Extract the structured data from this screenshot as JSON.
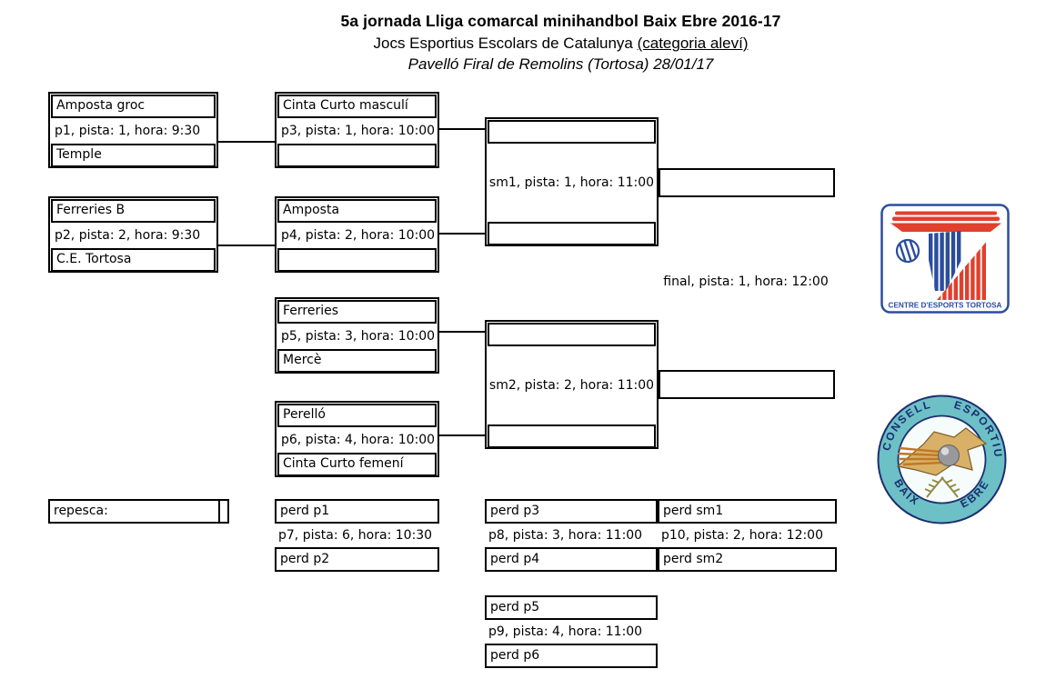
{
  "header": {
    "title": "5a jornada Lliga comarcal minihandbol Baix Ebre 2016-17",
    "subtitle_prefix": "Jocs Esportius Escolars de Catalunya ",
    "subtitle_category": "(categoria aleví)",
    "venue": "Pavelló Firal de Remolins (Tortosa) 28/01/17"
  },
  "bracket": {
    "round1": [
      {
        "top": "Amposta groc",
        "info": "p1, pista: 1, hora: 9:30",
        "bottom": "Temple"
      },
      {
        "top": "Ferreries B",
        "info": "p2, pista: 2, hora: 9:30",
        "bottom": "C.E. Tortosa"
      }
    ],
    "round2": [
      {
        "top": "Cinta Curto masculí",
        "info": "p3, pista: 1, hora: 10:00",
        "bottom": ""
      },
      {
        "top": "Amposta",
        "info": "p4, pista: 2, hora: 10:00",
        "bottom": ""
      },
      {
        "top": "Ferreries",
        "info": "p5, pista: 3, hora: 10:00",
        "bottom": "Mercè"
      },
      {
        "top": "Perelló",
        "info": "p6, pista: 4, hora: 10:00",
        "bottom": "Cinta Curto femení"
      }
    ],
    "semifinals": [
      {
        "info": "sm1, pista: 1, hora: 11:00"
      },
      {
        "info": "sm2, pista: 2, hora: 11:00"
      }
    ],
    "final_info": "final, pista: 1, hora: 12:00",
    "repesca_label": "repesca:",
    "repesca": [
      {
        "top": "perd p1",
        "info": "p7, pista: 6, hora: 10:30",
        "bottom": "perd p2"
      },
      {
        "top": "perd p3",
        "info": "p8, pista: 3, hora: 11:00",
        "bottom": "perd p4"
      },
      {
        "top": "perd sm1",
        "info": "p10, pista: 2, hora: 12:00",
        "bottom": "perd sm2"
      },
      {
        "top": "perd p5",
        "info": "p9, pista: 4, hora: 11:00",
        "bottom": "perd p6"
      }
    ]
  },
  "logos": {
    "tortosa": {
      "label": "CENTRE D'ESPORTS TORTOSA",
      "blue": "#2b4d9e",
      "red": "#e0402c"
    },
    "consell": {
      "word_top_left": "CONSELL",
      "word_top_right": "ESPORTIU",
      "word_bottom_left": "BAIX",
      "word_bottom_right": "EBRE",
      "teal": "#6cc0c6",
      "navy": "#1d2e70",
      "gold": "#d9b068"
    }
  }
}
